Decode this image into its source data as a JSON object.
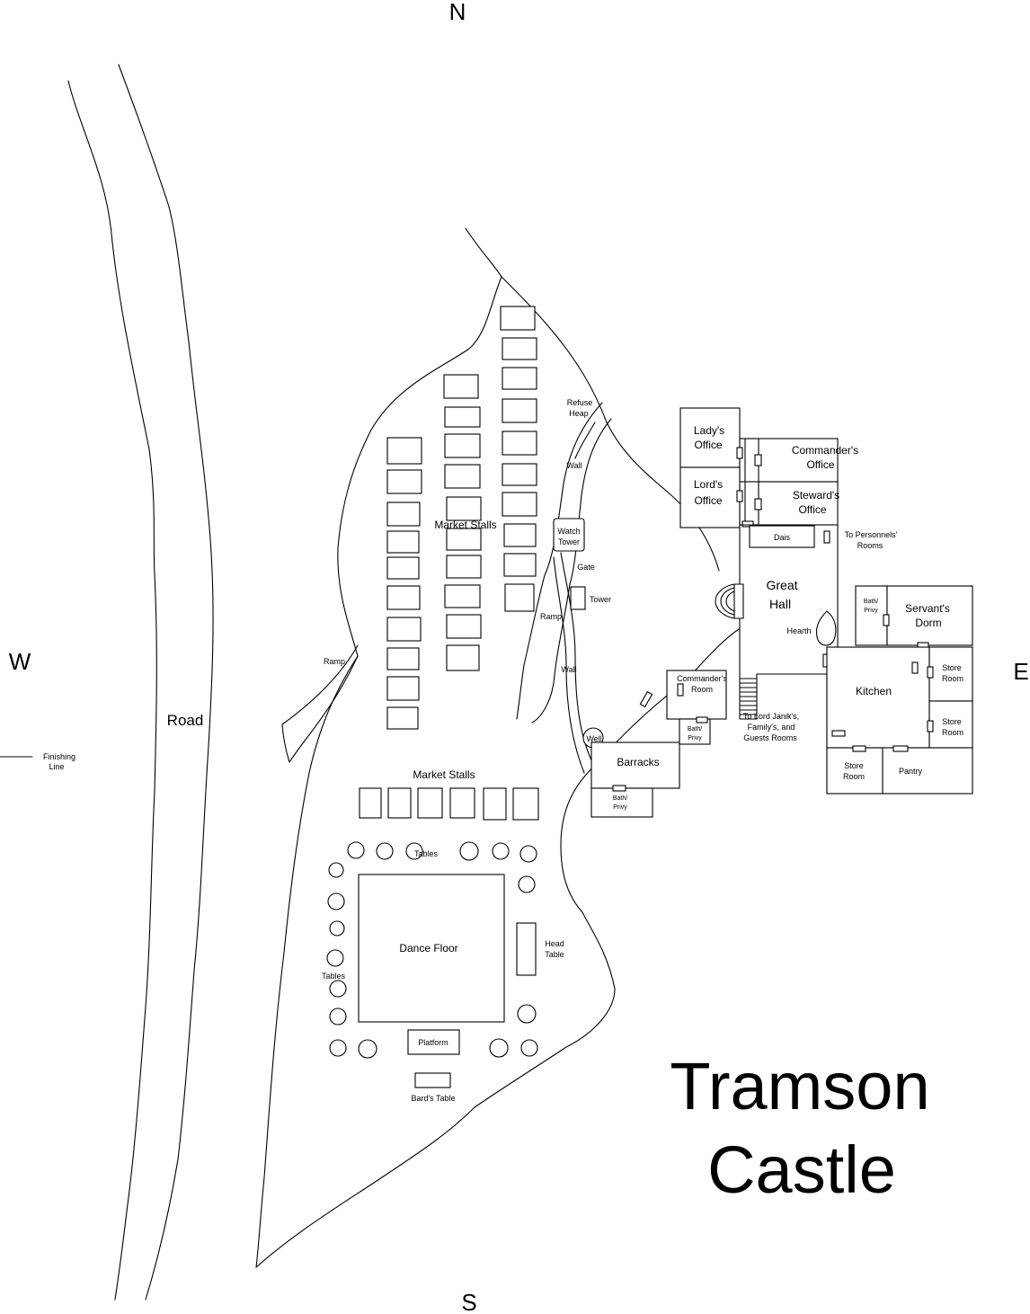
{
  "compass": {
    "north": "N",
    "south": "S",
    "east": "E",
    "west": "W"
  },
  "title": {
    "line1": "Tramson",
    "line2": "Castle"
  },
  "outside": {
    "road": "Road",
    "finishing_line": [
      "Finishing",
      "Line"
    ]
  },
  "market": {
    "stalls_upper": "Market Stalls",
    "stalls_lower": "Market Stalls",
    "refuse_heap": [
      "Refuse",
      "Heap"
    ],
    "ramp_west": "Ramp",
    "ramp_east": "Ramp",
    "wall_upper": "Wall",
    "wall_lower": "Wall",
    "watch_tower": [
      "Watch",
      "Tower"
    ],
    "gate": "Gate",
    "tower": "Tower",
    "well": "Well"
  },
  "festival": {
    "tables_top": "Tables",
    "tables_left": "Tables",
    "dance_floor": "Dance Floor",
    "head_table": [
      "Head",
      "Table"
    ],
    "platform": "Platform",
    "bards_table": "Bard's Table"
  },
  "castle": {
    "ladys_office": [
      "Lady's",
      "Office"
    ],
    "lords_office": [
      "Lord's",
      "Office"
    ],
    "commanders_office": [
      "Commander's",
      "Office"
    ],
    "stewards_office": [
      "Steward's",
      "Office"
    ],
    "dais": "Dais",
    "to_personnel": [
      "To Personnels'",
      "Rooms"
    ],
    "great_hall": [
      "Great",
      "Hall"
    ],
    "hearth": "Hearth",
    "bath_privy_servants": [
      "Bath/",
      "Privy"
    ],
    "servants_dorm": [
      "Servant's",
      "Dorm"
    ],
    "kitchen": "Kitchen",
    "store_room_1": [
      "Store",
      "Room"
    ],
    "store_room_2": [
      "Store",
      "Room"
    ],
    "store_room_3": [
      "Store",
      "Room"
    ],
    "pantry": "Pantry",
    "commanders_room": [
      "Commander's",
      "Room"
    ],
    "bath_privy_commander": [
      "Bath/",
      "Privy"
    ],
    "to_lord": [
      "To Lord Janik's,",
      "Family's, and",
      "Guests Rooms"
    ],
    "barracks": "Barracks",
    "bath_privy_barracks": [
      "Bath/",
      "Privy"
    ]
  }
}
